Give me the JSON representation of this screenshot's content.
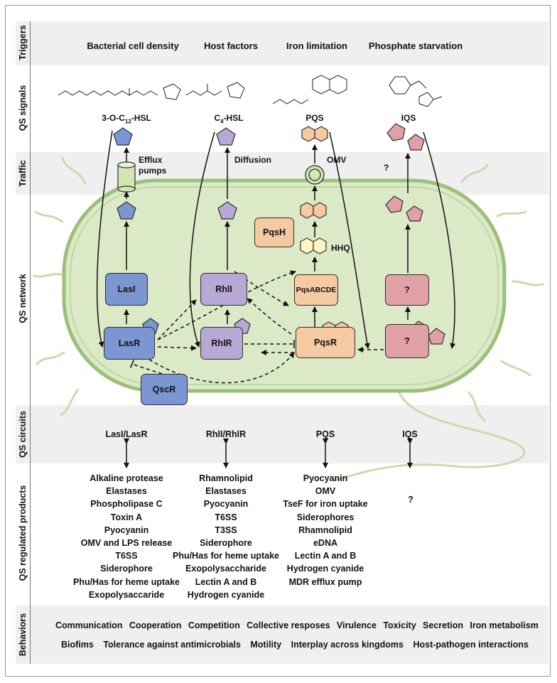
{
  "rows": {
    "triggers": "Triggers",
    "signals": "QS signals",
    "traffic": "Traffic",
    "network": "QS network",
    "circuits": "QS circuits",
    "products": "QS regulated products",
    "behaviors": "Behaviors"
  },
  "triggers": [
    "Bacterial cell density",
    "Host factors",
    "Iron limitation",
    "Phosphate starvation"
  ],
  "signals": {
    "s1_main": "3-O-C",
    "s1_sub": "12",
    "s1_tail": "-HSL",
    "s2_main": "C",
    "s2_sub": "4",
    "s2_tail": "-HSL",
    "s3": "PQS",
    "s4": "IQS"
  },
  "traffic": {
    "efflux": "Efflux",
    "pumps": "pumps",
    "diffusion": "Diffusion",
    "omv": "OMV",
    "unknown": "?"
  },
  "network": {
    "lasi": "LasI",
    "lasr": "LasR",
    "rhli": "RhlI",
    "rhlr": "RhlR",
    "pqsabcde": "PqsABCDE",
    "pqsr": "PqsR",
    "pqsh": "PqsH",
    "hhq": "HHQ",
    "iqs_synth": "?",
    "iqs_rec": "?",
    "qscr": "QscR"
  },
  "circuits": [
    "LasI/LasR",
    "RhlI/RhlR",
    "PQS",
    "IQS"
  ],
  "products": {
    "las": [
      "Alkaline protease",
      "Elastases",
      "Phospholipase C",
      "Toxin A",
      "Pyocyanin",
      "OMV and LPS release",
      "T6SS",
      "Siderophore",
      "Phu/Has for heme uptake",
      "Exopolysaccaride"
    ],
    "rhl": [
      "Rhamnolipid",
      "Elastases",
      "Pyocyanin",
      "T6SS",
      "T3SS",
      "Siderophore",
      "Phu/Has for heme uptake",
      "Exopolysaccharide",
      "Lectin A and B",
      "Hydrogen cyanide"
    ],
    "pqs": [
      "Pyocyanin",
      "OMV",
      "TseF for iron uptake",
      "Siderophores",
      "Rhamnolipid",
      "eDNA",
      "Lectin A and B",
      "Hydrogen cyanide",
      "MDR efflux pump"
    ],
    "iqs": [
      "?"
    ]
  },
  "behaviors": {
    "row1": [
      "Communication",
      "Cooperation",
      "Competition",
      "Collective resposes",
      "Virulence",
      "Toxicity",
      "Secretion",
      "Iron metabolism"
    ],
    "row2": [
      "Biofims",
      "Tolerance against antimicrobials",
      "Motility",
      "Interplay across kingdoms",
      "Host-pathogen interactions"
    ]
  },
  "colors": {
    "las": "#7b96d2",
    "rhl": "#b8a8d6",
    "pqs": "#f5c9a1",
    "iqs": "#e0a1a6",
    "hhq": "#fff6c4",
    "cell": "#d9e8c3",
    "cell_border": "#9cc07a",
    "band": "#efefef"
  }
}
